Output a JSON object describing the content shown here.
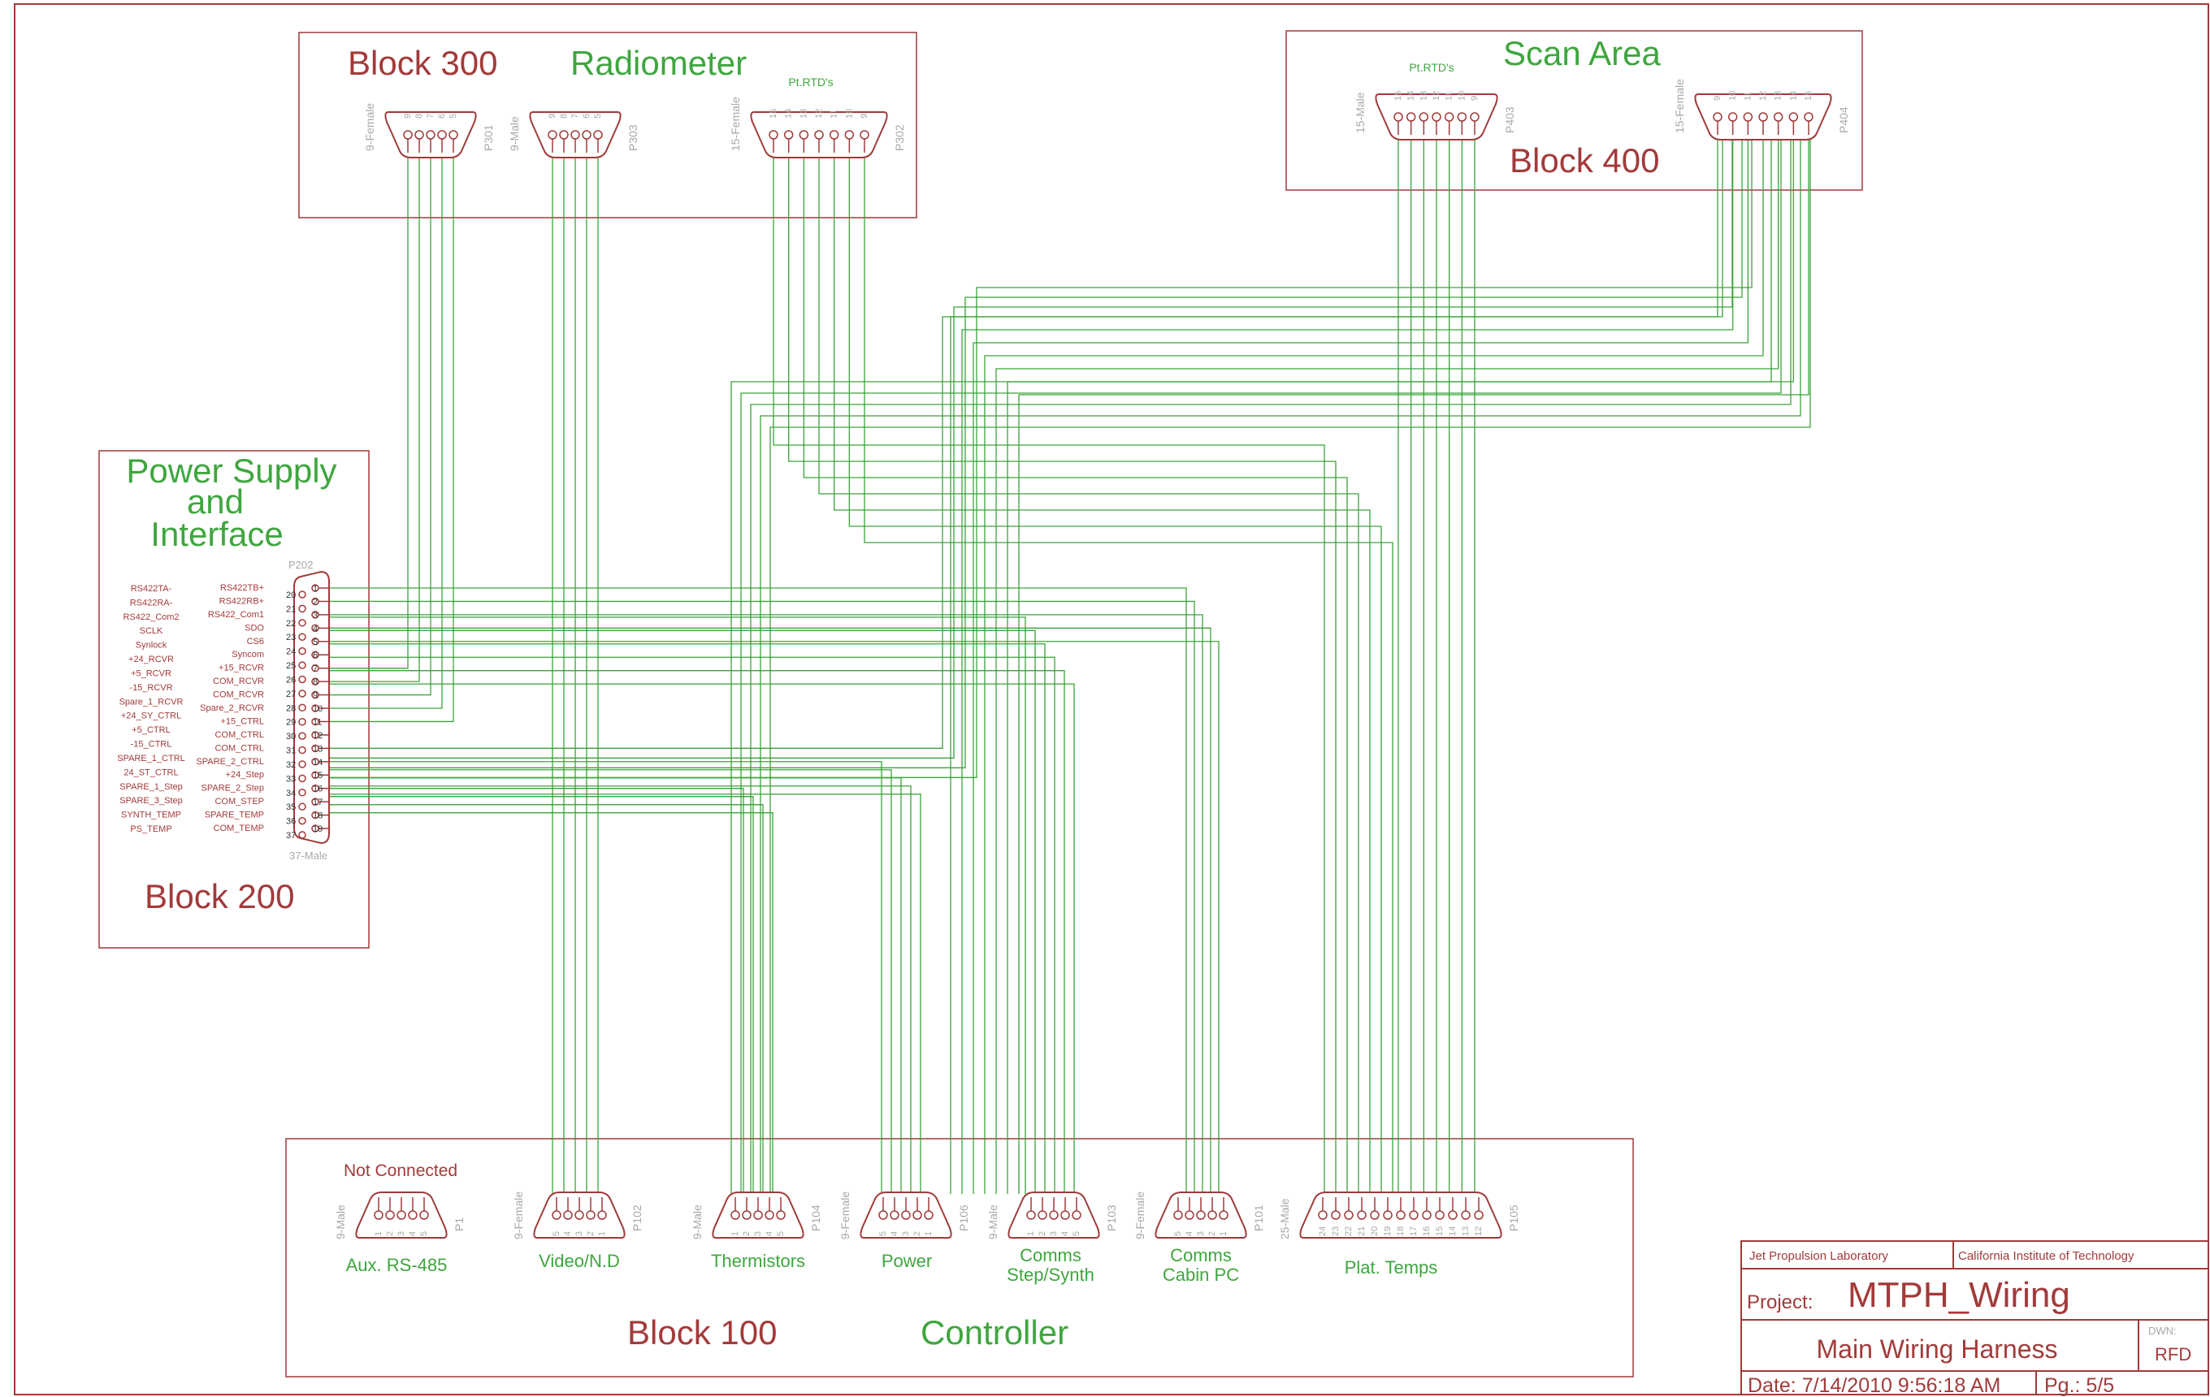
{
  "blocks": {
    "block300": {
      "name": "Block 300",
      "title": "Radiometer"
    },
    "block400": {
      "name": "Block 400",
      "title": "Scan Area"
    },
    "block200": {
      "name": "Block 200",
      "title_lines": [
        "Power Supply",
        "and",
        "Interface"
      ]
    },
    "block100": {
      "name": "Block 100",
      "title": "Controller"
    }
  },
  "connectors": [
    {
      "id": "P301",
      "ref": "P301",
      "type": "9-Female",
      "pins": [
        "9",
        "8",
        "7",
        "6",
        "5"
      ],
      "label": []
    },
    {
      "id": "P303",
      "ref": "P303",
      "type": "9-Male",
      "pins": [
        "9",
        "8",
        "7",
        "6",
        "5"
      ],
      "label": []
    },
    {
      "id": "P302",
      "ref": "P302",
      "type": "15-Female",
      "pins": [
        "15",
        "14",
        "13",
        "12",
        "11",
        "10",
        "9"
      ],
      "label": [
        "Pt.RTD's"
      ]
    },
    {
      "id": "P403",
      "ref": "P403",
      "type": "15-Male",
      "pins": [
        "15",
        "14",
        "13",
        "12",
        "11",
        "10",
        "9"
      ],
      "label": [
        "Pt.RTD's"
      ]
    },
    {
      "id": "P404",
      "ref": "P404",
      "type": "15-Female",
      "pins": [
        "9",
        "10",
        "11",
        "12",
        "13",
        "14",
        "15"
      ],
      "label": []
    },
    {
      "id": "P1",
      "ref": "P1",
      "type": "9-Male",
      "pins": [
        "1",
        "2",
        "3",
        "4",
        "5"
      ],
      "label": [
        "Aux. RS-485"
      ]
    },
    {
      "id": "P102",
      "ref": "P102",
      "type": "9-Female",
      "pins": [
        "5",
        "4",
        "3",
        "2",
        "1"
      ],
      "label": [
        "Video/N.D"
      ]
    },
    {
      "id": "P104",
      "ref": "P104",
      "type": "9-Male",
      "pins": [
        "1",
        "2",
        "3",
        "4",
        "5"
      ],
      "label": [
        "Thermistors"
      ]
    },
    {
      "id": "P106",
      "ref": "P106",
      "type": "9-Female",
      "pins": [
        "5",
        "4",
        "3",
        "2",
        "1"
      ],
      "label": [
        "Power"
      ]
    },
    {
      "id": "P103",
      "ref": "P103",
      "type": "9-Male",
      "pins": [
        "1",
        "2",
        "3",
        "4",
        "5"
      ],
      "label": [
        "Comms",
        "Step/Synth"
      ]
    },
    {
      "id": "P101",
      "ref": "P101",
      "type": "9-Female",
      "pins": [
        "5",
        "4",
        "3",
        "2",
        "1"
      ],
      "label": [
        "Comms",
        "Cabin PC"
      ]
    },
    {
      "id": "P105",
      "ref": "P105",
      "type": "25-Male",
      "pins": [
        "24",
        "23",
        "22",
        "21",
        "20",
        "19",
        "18",
        "17",
        "16",
        "15",
        "14",
        "13",
        "12"
      ],
      "label": [
        "Plat. Temps"
      ]
    }
  ],
  "not_connected_label": "Not Connected",
  "p202": {
    "ref": "P202",
    "type": "37-Male",
    "pins_left": [
      "20",
      "21",
      "22",
      "23",
      "24",
      "25",
      "26",
      "27",
      "28",
      "29",
      "30",
      "31",
      "32",
      "33",
      "34",
      "35",
      "36",
      "37"
    ],
    "pins_right": [
      "1",
      "2",
      "3",
      "4",
      "5",
      "6",
      "7",
      "8",
      "9",
      "10",
      "11",
      "12",
      "13",
      "14",
      "15",
      "16",
      "17",
      "18",
      "19"
    ],
    "signals_left": [
      "RS422TA-",
      "RS422RA-",
      "RS422_Com2",
      "SCLK",
      "Synlock",
      "+24_RCVR",
      "+5_RCVR",
      "-15_RCVR",
      "Spare_1_RCVR",
      "+24_SY_CTRL",
      "+5_CTRL",
      "-15_CTRL",
      "SPARE_1_CTRL",
      "24_ST_CTRL",
      "SPARE_1_Step",
      "SPARE_3_Step",
      "SYNTH_TEMP",
      "PS_TEMP"
    ],
    "signals_right": [
      "RS422TB+",
      "RS422RB+",
      "RS422_Com1",
      "SDO",
      "CS6",
      "Syncom",
      "+15_RCVR",
      "COM_RCVR",
      "COM_RCVR",
      "Spare_2_RCVR",
      "+15_CTRL",
      "COM_CTRL",
      "COM_CTRL",
      "SPARE_2_CTRL",
      "+24_Step",
      "SPARE_2_Step",
      "COM_STEP",
      "SPARE_TEMP",
      "COM_TEMP"
    ]
  },
  "title_block": {
    "org": "Jet Propulsion Laboratory",
    "institution": "California Institute of Technology",
    "project_label": "Project:",
    "project": "MTPH_Wiring",
    "sheet_title": "Main Wiring Harness",
    "dwn_label": "DWN:",
    "dwn": "RFD",
    "date": "Date: 7/14/2010 9:56:18 AM",
    "page": "Pg.: 5/5"
  },
  "colors": {
    "border": "#a03a3a",
    "wire": "#3aa33a",
    "title_green": "#3fa63f",
    "title_red": "#a33a3a",
    "pin_grey": "#a8a8a8"
  }
}
